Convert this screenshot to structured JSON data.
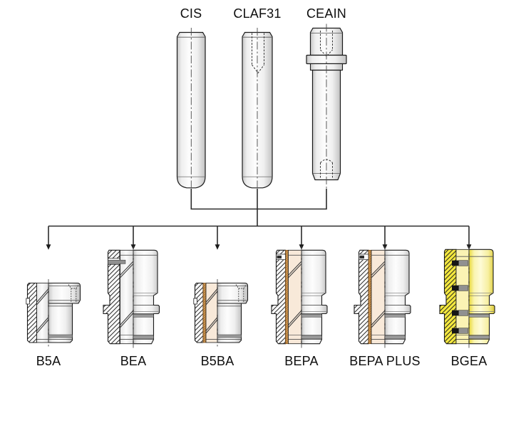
{
  "diagram": {
    "pins": [
      {
        "label": "CIS"
      },
      {
        "label": "CLAF31"
      },
      {
        "label": "CEAIN"
      }
    ],
    "bushings": [
      {
        "label": "B5A"
      },
      {
        "label": "BEA"
      },
      {
        "label": "B5BA"
      },
      {
        "label": "BEPA"
      },
      {
        "label": "BEPA PLUS"
      },
      {
        "label": "BGEA"
      }
    ],
    "colors": {
      "outline": "#1a1a1a",
      "bronze_liner": "#d09a55",
      "bronze_bore_tint": "#f8e9d9",
      "self_lube_yellow": "#f5e93d",
      "yellow_bore_tint": "#fbf3b4",
      "graphite_plug": "#909090"
    }
  }
}
